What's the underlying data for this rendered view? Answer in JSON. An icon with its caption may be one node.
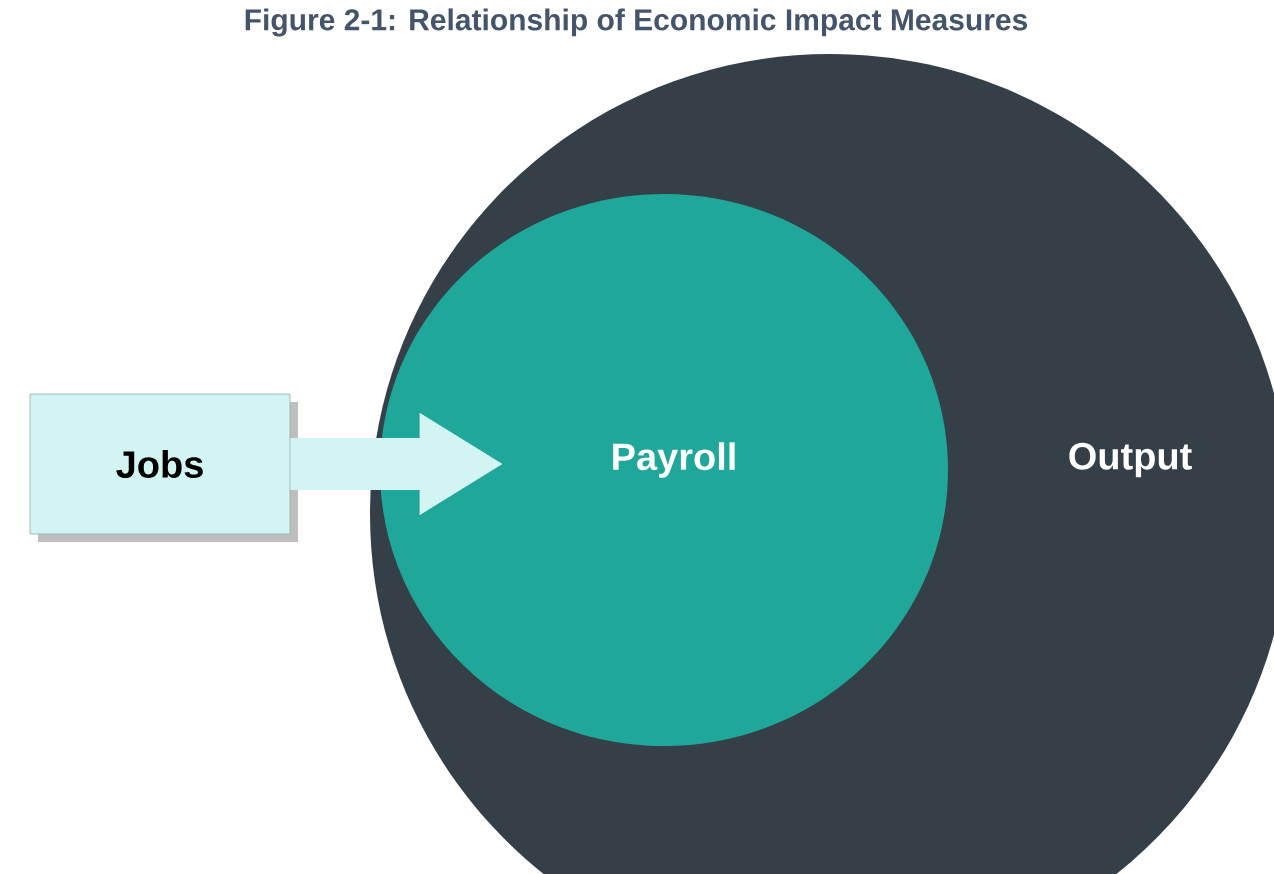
{
  "diagram": {
    "title": "Figure 2-1: Relationship of Economic Impact Measures",
    "nodes": [
      {
        "text": [
          "Output"
        ]
      },
      {
        "text": [
          "Payroll"
        ],
        "in": 0
      },
      {
        "text": [
          "Jobs"
        ]
      }
    ],
    "edges": [
      {
        "from": 2,
        "to": 1,
        "arrow": "to"
      }
    ]
  }
}
